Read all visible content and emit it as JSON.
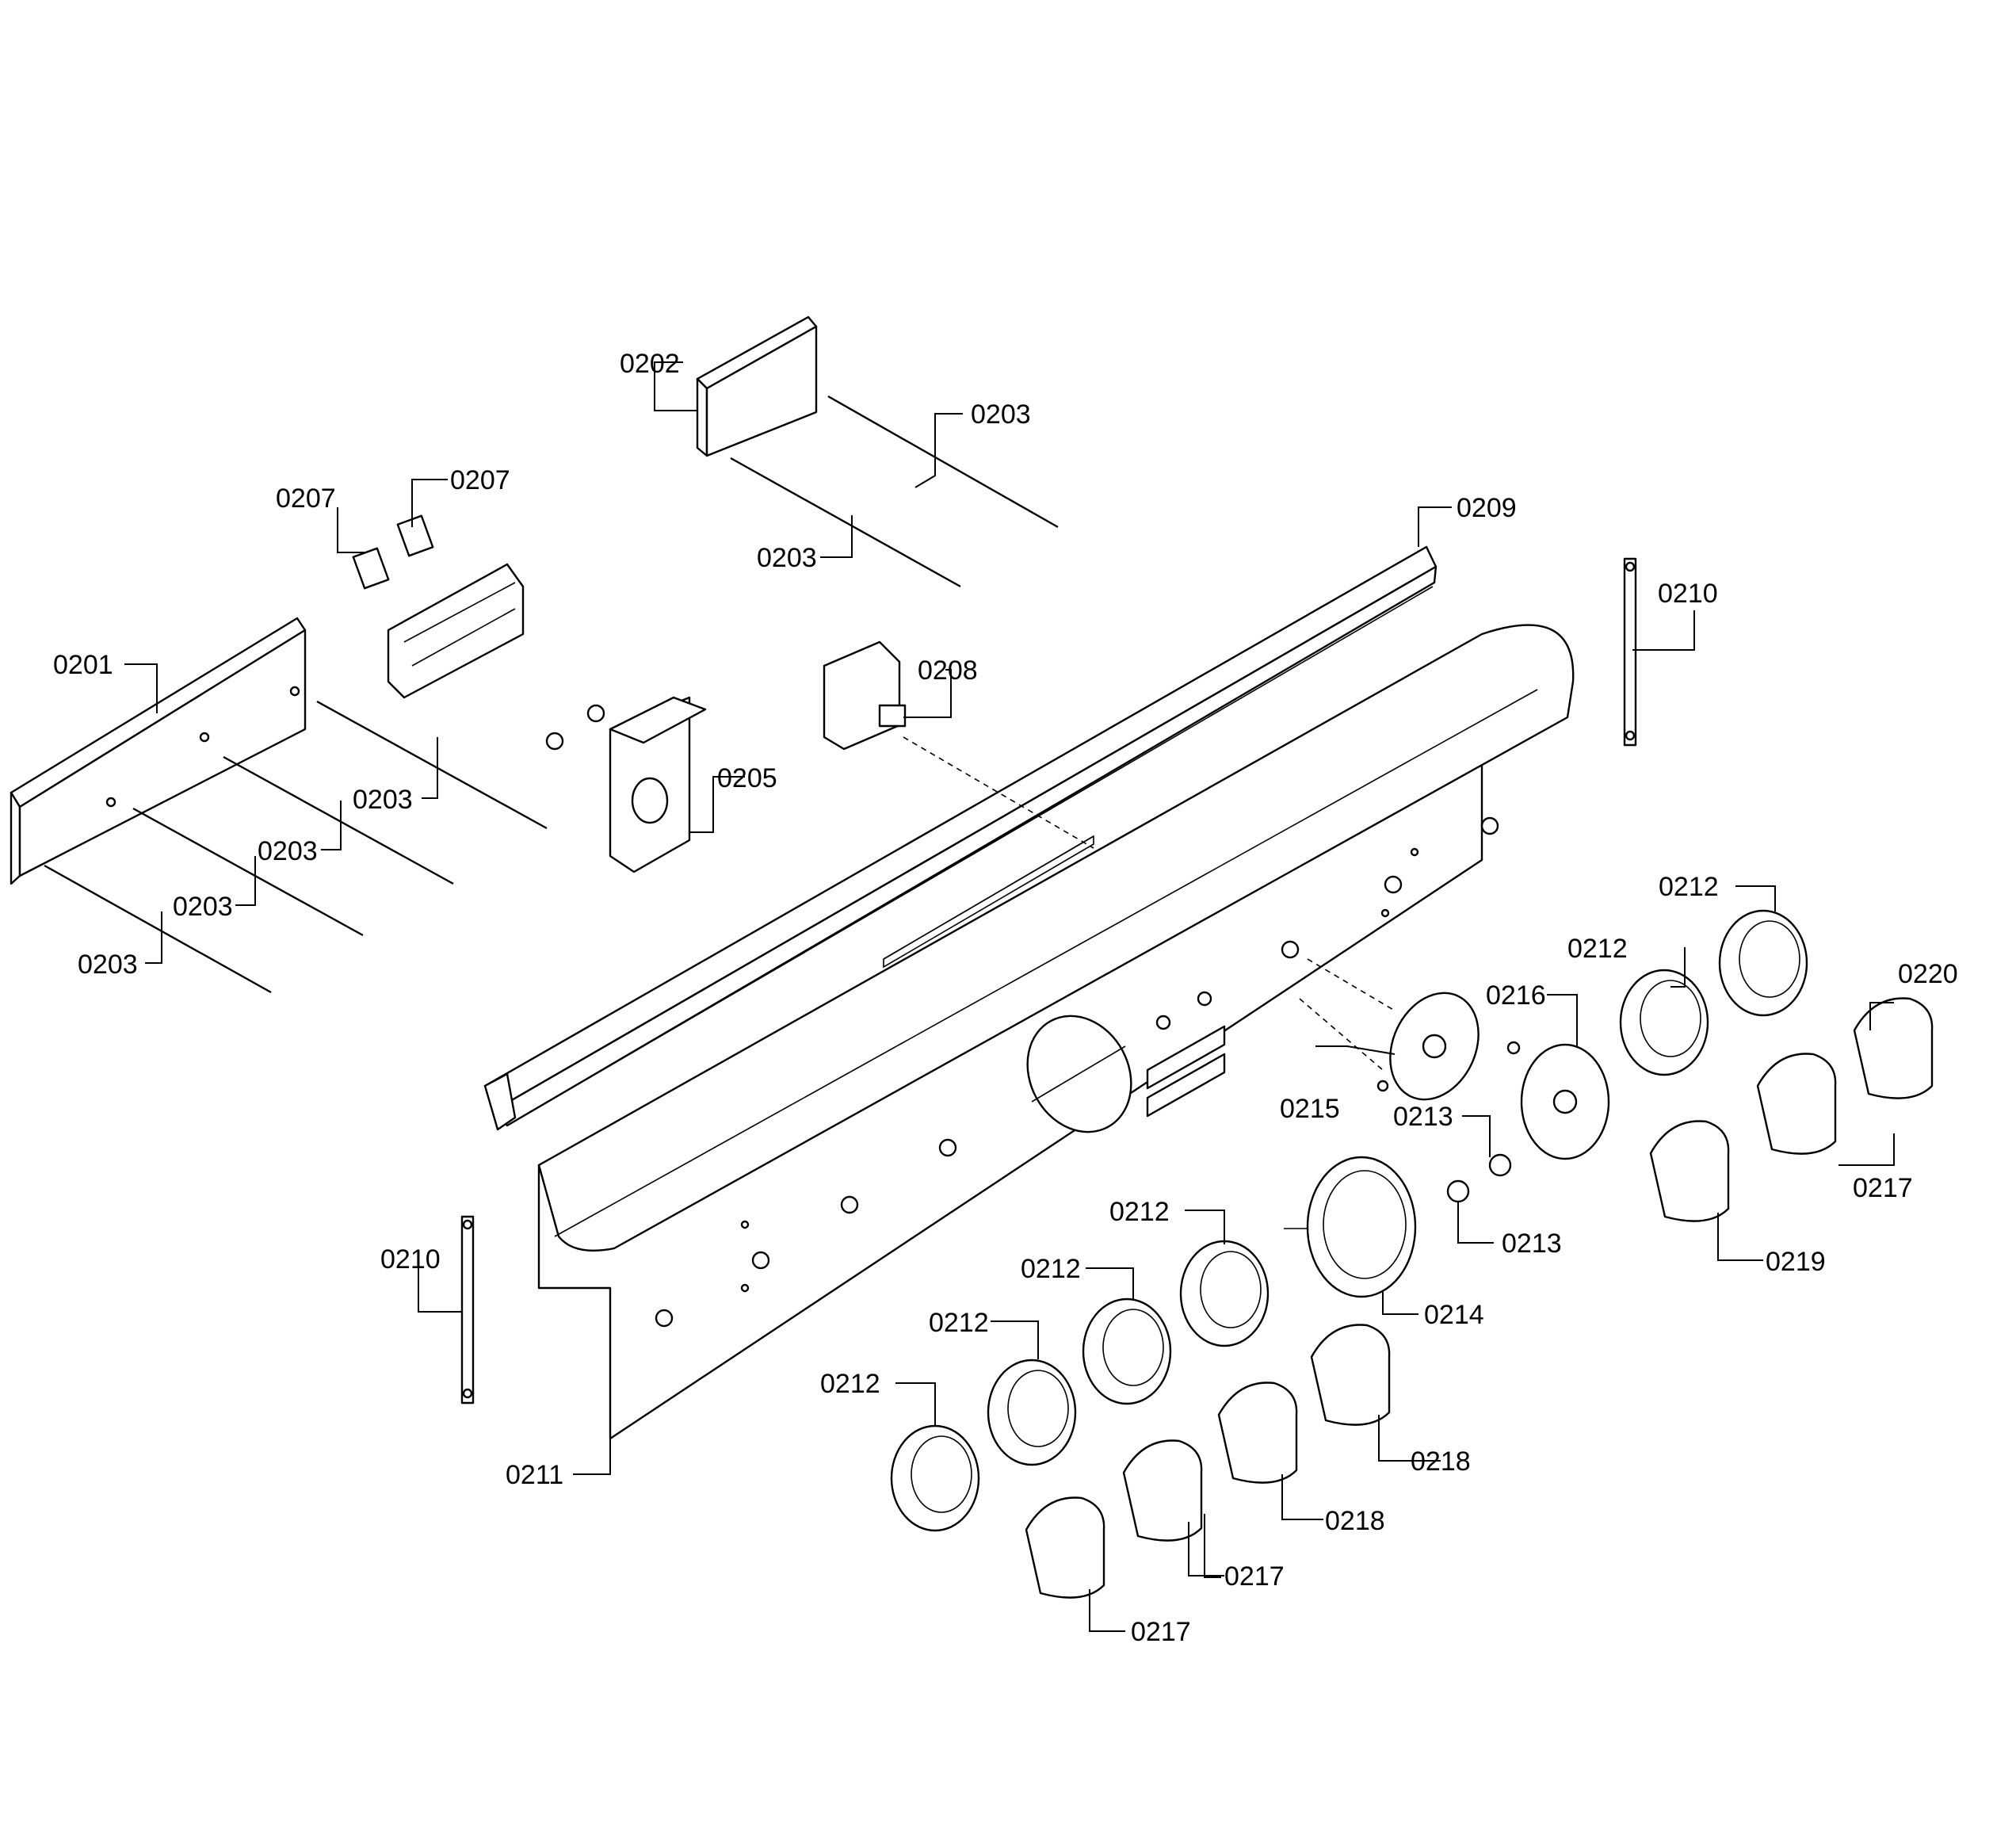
{
  "labels": {
    "l0201": "0201",
    "l0202": "0202",
    "l0203a": "0203",
    "l0203b": "0203",
    "l0203c": "0203",
    "l0203d": "0203",
    "l0203e": "0203",
    "l0203f": "0203",
    "l0205": "0205",
    "l0207a": "0207",
    "l0207b": "0207",
    "l0208": "0208",
    "l0209": "0209",
    "l0210a": "0210",
    "l0210b": "0210",
    "l0211": "0211",
    "l0212a": "0212",
    "l0212b": "0212",
    "l0212c": "0212",
    "l0212d": "0212",
    "l0212e": "0212",
    "l0212f": "0212",
    "l0213a": "0213",
    "l0213b": "0213",
    "l0214": "0214",
    "l0215": "0215",
    "l0216": "0216",
    "l0217a": "0217",
    "l0217b": "0217",
    "l0217c": "0217",
    "l0218a": "0218",
    "l0218b": "0218",
    "l0219": "0219",
    "l0220": "0220"
  }
}
